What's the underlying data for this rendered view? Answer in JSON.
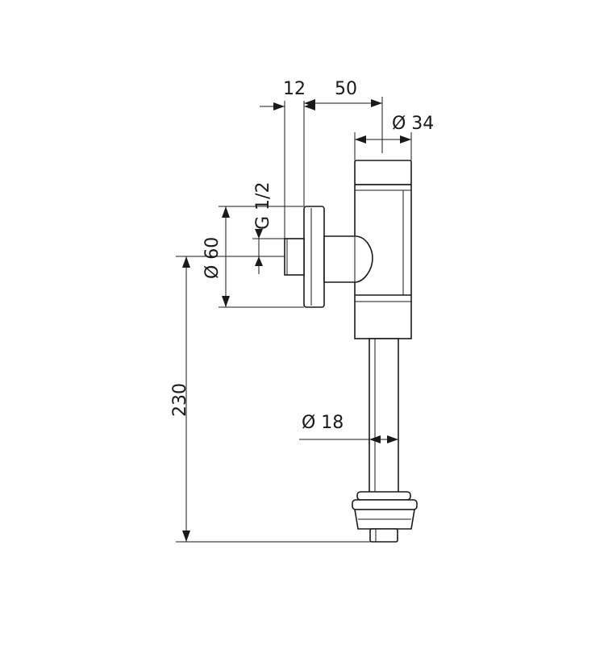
{
  "dimensions": {
    "flange_thickness": "12",
    "offset": "50",
    "valve_diameter": "Ø 34",
    "thread": "G 1/2",
    "flange_diameter": "Ø 60",
    "height": "230",
    "pipe_diameter": "Ø 18"
  }
}
